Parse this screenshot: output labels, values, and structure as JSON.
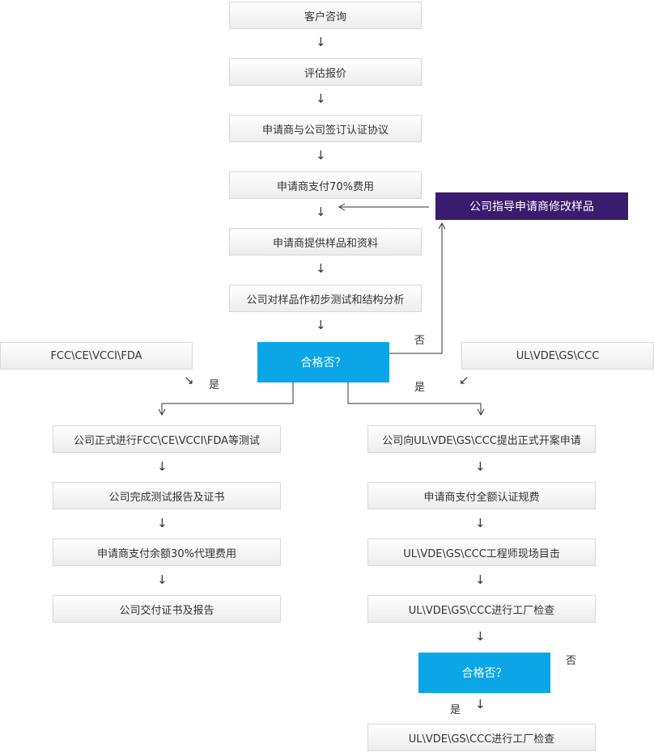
{
  "main_steps": [
    "客户咨询",
    "评估报价",
    "申请商与公司签订认证协议",
    "申请商支付70%费用",
    "申请商提供样品和资料",
    "公司对样品作初步测试和结构分析"
  ],
  "decision_1": "合格否？",
  "revise_box": "公司指导申请商修改样品",
  "left_category": "FCC\\CE\\VCCI\\FDA",
  "right_category": "UL\\VDE\\GS\\CCC",
  "labels": {
    "no": "否",
    "yes": "是"
  },
  "left_steps": [
    "公司正式进行FCC\\CE\\VCCI\\FDA等测试",
    "公司完成测试报告及证书",
    "申请商支付余额30%代理费用",
    "公司交付证书及报告"
  ],
  "right_steps": [
    "公司向UL\\VDE\\GS\\CCC提出正式开案申请",
    "申请商支付全额认证规费",
    "UL\\VDE\\GS\\CCC工程师现场目击",
    "UL\\VDE\\GS\\CCC进行工厂检查"
  ],
  "decision_2": "合格否？",
  "final_step": "UL\\VDE\\GS\\CCC进行工厂检查",
  "colors": {
    "decision": "#0aa6e8",
    "revise": "#3a1c6e",
    "box_border": "#d8d8d8"
  }
}
